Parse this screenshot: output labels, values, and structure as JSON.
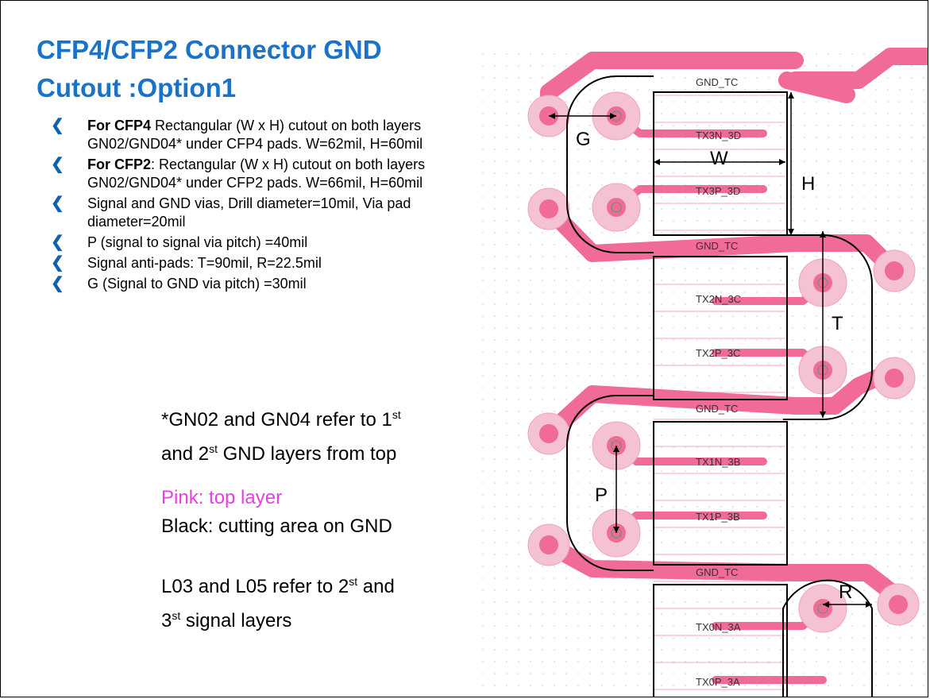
{
  "title": {
    "line1": "CFP4/CFP2 Connector GND",
    "line2": "Cutout :Option1"
  },
  "bullets": [
    {
      "strong": "For CFP4",
      "text": " Rectangular (W x H) cutout on both layers GN02/GND04* under CFP4 pads. W=62mil, H=60mil"
    },
    {
      "strong": "For CFP2",
      "text": ": Rectangular (W x H) cutout on both layers GN02/GND04* under CFP2 pads. W=66mil, H=60mil"
    },
    {
      "strong": "",
      "text": "Signal and GND vias, Drill diameter=10mil, Via pad diameter=20mil"
    },
    {
      "strong": "",
      "text": "P (signal to signal via pitch) =40mil"
    },
    {
      "strong": "",
      "text": "Signal anti-pads: T=90mil, R=22.5mil"
    },
    {
      "strong": "",
      "text": "G (Signal to GND via pitch) =30mil"
    }
  ],
  "bullet_icon": "chevron-left-icon",
  "notes": {
    "gnd_a": "*GN02 and GN04 refer to 1",
    "gnd_sup1": "st",
    "gnd_b": "and 2",
    "gnd_sup2": "st",
    "gnd_c": " GND layers from top",
    "pink": "Pink: top layer",
    "black": "Black: cutting area on GND",
    "sig_a": "L03 and L05 refer to 2",
    "sig_sup1": "st",
    "sig_b": " and",
    "sig_c": "3",
    "sig_sup2": "st",
    "sig_d": " signal layers"
  },
  "diagram": {
    "colors": {
      "trace": "#f06b95",
      "dot": "#d6d6d6",
      "ring": "#45a070"
    },
    "pads": [
      "GND_TC",
      "TX3N_3D",
      "TX3P_3D",
      "GND_TC",
      "TX2N_3C",
      "TX2P_3C",
      "GND_TC",
      "TX1N_3B",
      "TX1P_3B",
      "GND_TC",
      "TX0N_3A",
      "TX0P_3A"
    ],
    "dims": {
      "G": "G",
      "W": "W",
      "H": "H",
      "T": "T",
      "P": "P",
      "R": "R"
    }
  }
}
